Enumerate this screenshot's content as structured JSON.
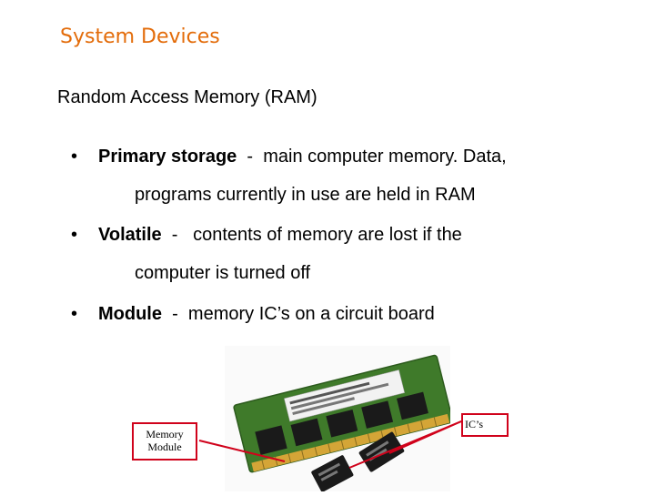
{
  "slide": {
    "title": "System Devices",
    "subtitle": "Random Access Memory (RAM)",
    "bullets": [
      {
        "term": "Primary storage",
        "sep": "-",
        "text": "main computer memory. Data,",
        "cont": "programs currently in use are held in RAM"
      },
      {
        "term": "Volatile",
        "sep": "-",
        "text": "contents of memory are lost if the",
        "cont": "computer is turned off"
      },
      {
        "term": "Module",
        "sep": "-",
        "text": "memory IC’s on a circuit board"
      }
    ],
    "bullet_symbol": "•"
  },
  "figure": {
    "labels": {
      "module": [
        "Memory",
        "Module"
      ],
      "ics": "IC’s"
    },
    "colors": {
      "callout": "#d0021b",
      "pcb": "#3f7a2a",
      "chip": "#1a1a1a",
      "gold": "#d4a537"
    }
  }
}
